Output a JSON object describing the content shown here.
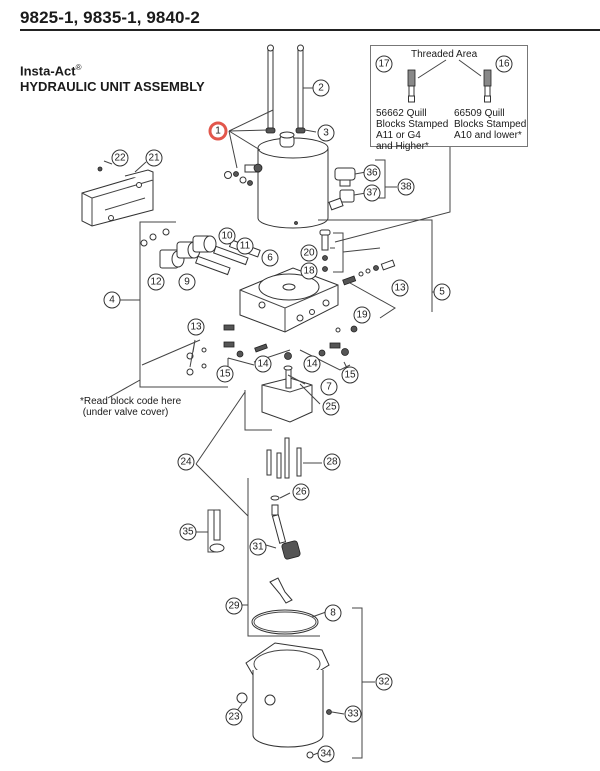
{
  "header": {
    "models": "9825-1, 9835-1, 9840-2"
  },
  "title": {
    "brand": "Insta-Act",
    "brand_mark": "®",
    "name": "HYDRAULIC UNIT ASSEMBLY"
  },
  "inset": {
    "title": "Threaded Area",
    "left_callout": "17",
    "right_callout": "16",
    "left_caption": [
      "56662 Quill",
      "Blocks Stamped",
      "A11 or G4",
      "and Higher*"
    ],
    "right_caption": [
      "66509 Quill",
      "Blocks Stamped",
      "A10 and lower*"
    ]
  },
  "note": [
    "*Read block code here",
    " (under valve cover)"
  ],
  "highlighted_callout": "1",
  "callouts": {
    "c1": "1",
    "c2": "2",
    "c3": "3",
    "c4": "4",
    "c5": "5",
    "c6": "6",
    "c7": "7",
    "c8": "8",
    "c9": "9",
    "c10": "10",
    "c11": "11",
    "c12": "12",
    "c13a": "13",
    "c13b": "13",
    "c14a": "14",
    "c14b": "14",
    "c15a": "15",
    "c15b": "15",
    "c18": "18",
    "c19": "19",
    "c20": "20",
    "c21": "21",
    "c22": "22",
    "c23": "23",
    "c24": "24",
    "c25": "25",
    "c26": "26",
    "c28": "28",
    "c29": "29",
    "c31": "31",
    "c32": "32",
    "c33": "33",
    "c34": "34",
    "c35": "35",
    "c36": "36",
    "c37": "37",
    "c38": "38"
  }
}
